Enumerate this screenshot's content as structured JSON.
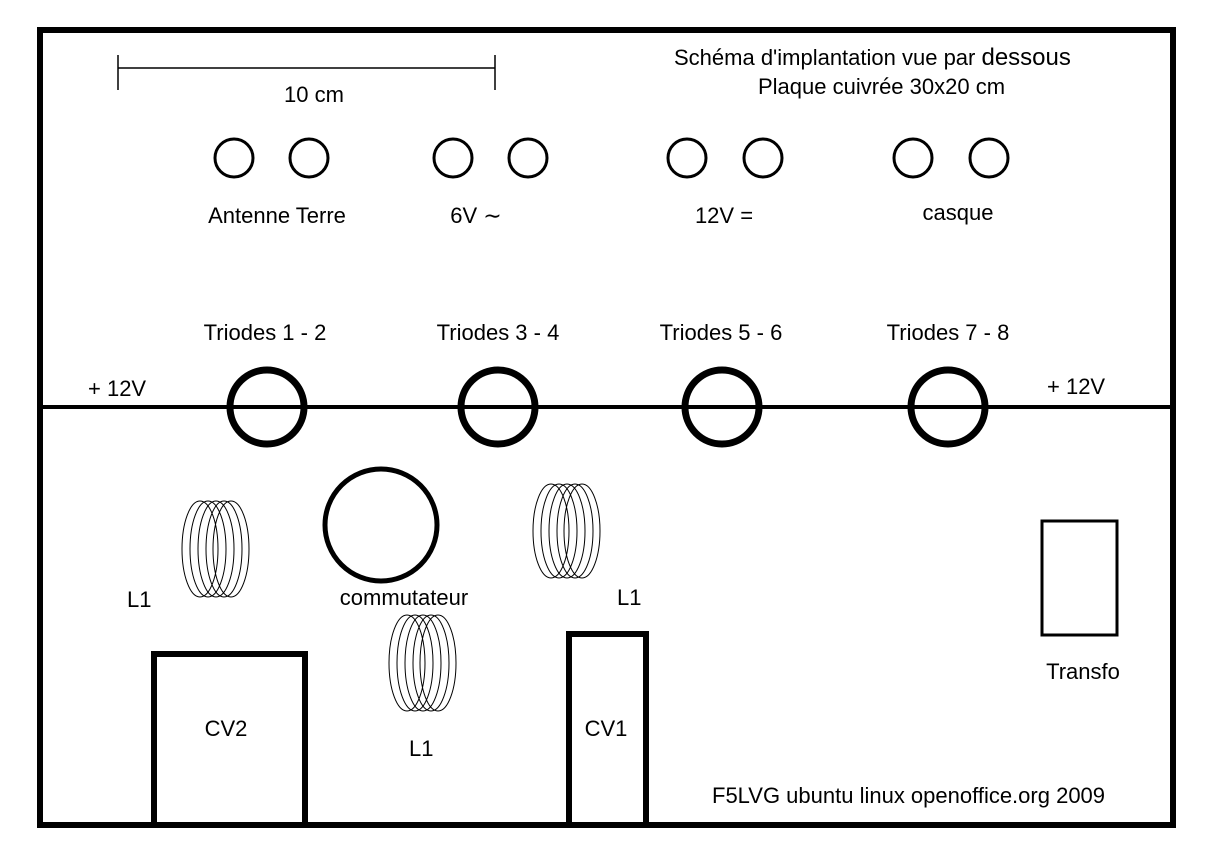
{
  "title": {
    "line1_prefix": "Schéma d'implantation vue par ",
    "line1_emph": "dessous",
    "line2": "Plaque cuivrée 30x20 cm"
  },
  "scale": {
    "label": "10 cm"
  },
  "connectors": [
    {
      "id": "antenne-terre",
      "label": "Antenne Terre"
    },
    {
      "id": "6v-ac",
      "label": "6V ∼"
    },
    {
      "id": "12v-dc",
      "label": "12V ="
    },
    {
      "id": "casque",
      "label": "casque"
    }
  ],
  "triodes": [
    {
      "label": "Triodes 1 - 2"
    },
    {
      "label": "Triodes 3 - 4"
    },
    {
      "label": "Triodes 5 - 6"
    },
    {
      "label": "Triodes 7 - 8"
    }
  ],
  "supply": {
    "left": "+ 12V",
    "right": "+ 12V"
  },
  "components": {
    "commutateur": "commutateur",
    "coil_left": "L1",
    "coil_right": "L1",
    "coil_bottom": "L1",
    "cv1": "CV1",
    "cv2": "CV2",
    "transfo": "Transfo"
  },
  "footer": "F5LVG ubuntu linux openoffice.org 2009",
  "colors": {
    "ink": "#000000",
    "background": "#ffffff"
  }
}
